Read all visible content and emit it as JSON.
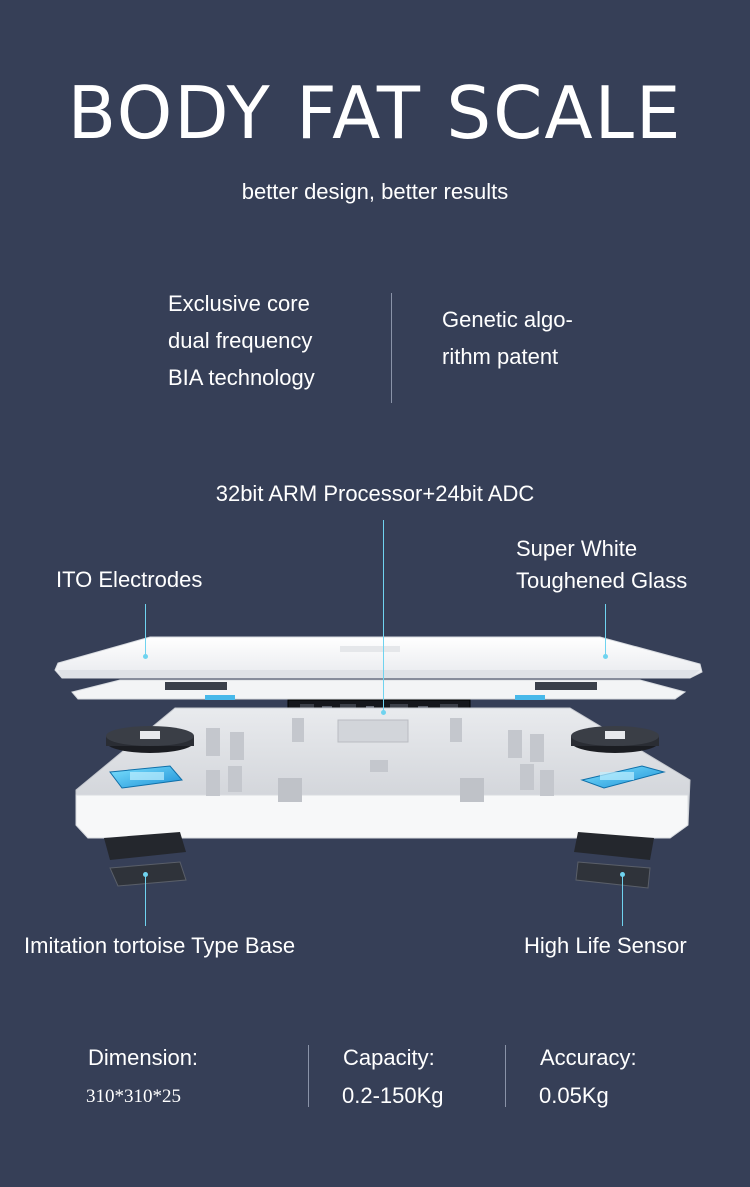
{
  "header": {
    "title": "BODY FAT SCALE",
    "subtitle": "better design, better results"
  },
  "features": {
    "left_lines": [
      "Exclusive core",
      "dual frequency",
      "BIA technology"
    ],
    "right_lines": [
      "Genetic algo-",
      "rithm  patent"
    ]
  },
  "callouts": {
    "processor": "32bit ARM Processor+24bit ADC",
    "electrodes": "ITO Electrodes",
    "glass_line1": "Super White",
    "glass_line2": "Toughened Glass",
    "base": "Imitation tortoise Type Base",
    "sensor": "High Life Sensor"
  },
  "specs": [
    {
      "label": "Dimension:",
      "value": "310*310*25"
    },
    {
      "label": "Capacity:",
      "value": "0.2-150Kg"
    },
    {
      "label": "Accuracy:",
      "value": "0.05Kg"
    }
  ],
  "colors": {
    "background": "#363f57",
    "accent": "#6fd3ef",
    "text": "#ffffff"
  }
}
